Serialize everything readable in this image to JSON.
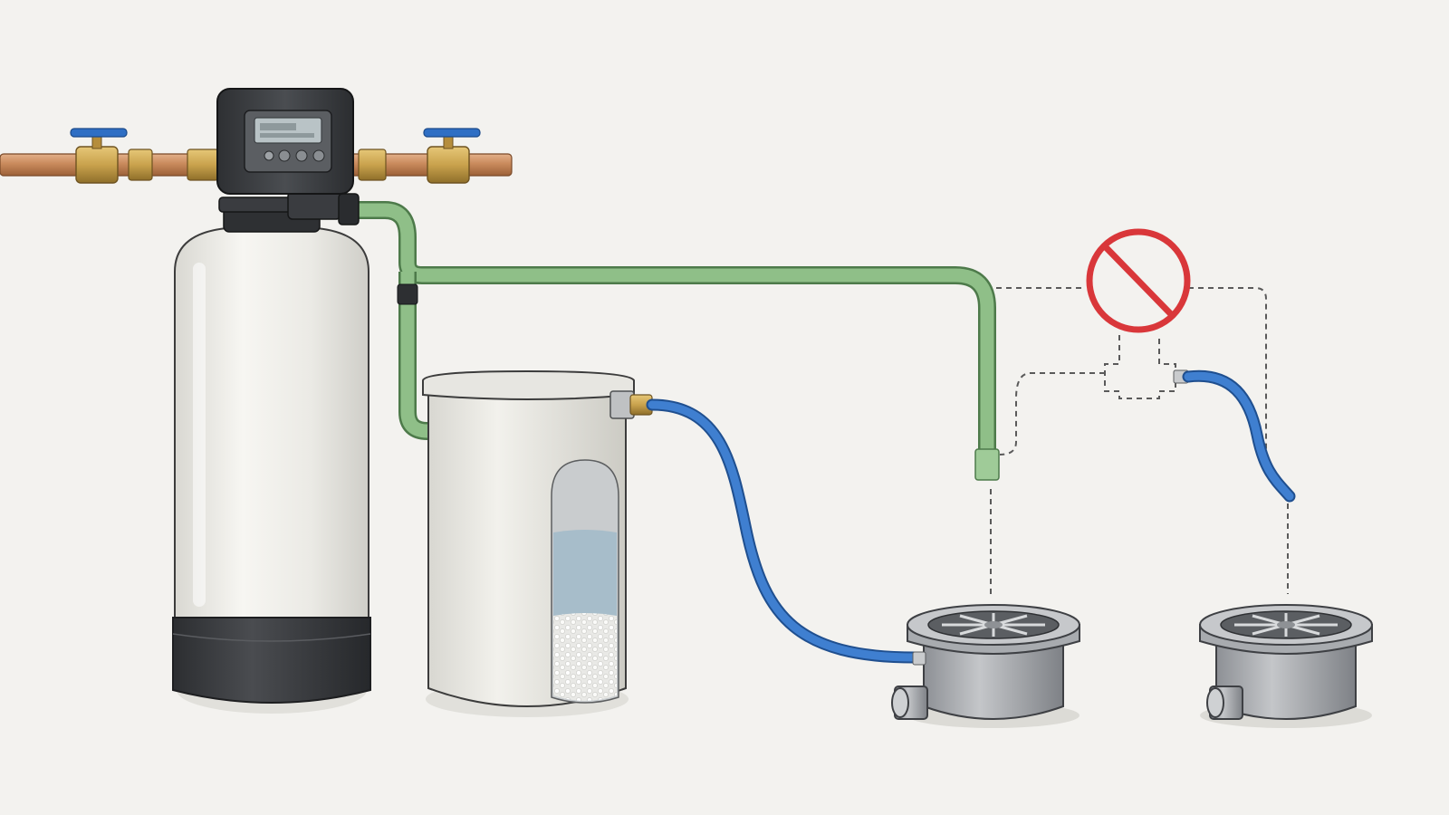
{
  "diagram": {
    "components": [
      {
        "id": "supply-pipe",
        "icon": "copper-pipe-icon"
      },
      {
        "id": "inlet-valve",
        "icon": "ball-valve-icon"
      },
      {
        "id": "outlet-valve",
        "icon": "ball-valve-icon"
      },
      {
        "id": "control-head",
        "icon": "digital-control-valve-icon"
      },
      {
        "id": "resin-tank",
        "icon": "pressure-tank-icon"
      },
      {
        "id": "brine-tank",
        "icon": "salt-brine-tank-icon"
      },
      {
        "id": "drain-line",
        "icon": "green-drain-hose-icon"
      },
      {
        "id": "overflow-hose",
        "icon": "blue-overflow-hose-icon"
      },
      {
        "id": "floor-drain-left",
        "icon": "floor-drain-icon"
      },
      {
        "id": "floor-drain-right",
        "icon": "floor-drain-icon"
      },
      {
        "id": "prohibited-connection",
        "icon": "no-symbol-icon"
      }
    ],
    "colors": {
      "background": "#f3f2ef",
      "copper": "#c98a5c",
      "brass": "#c9a24d",
      "valve_handle": "#2f6fc4",
      "drain_line": "#8fbf88",
      "overflow_hose": "#3f7fd0",
      "prohibited": "#d9373a",
      "tank_body": "#eeede8",
      "tank_base": "#3c3e42"
    }
  }
}
